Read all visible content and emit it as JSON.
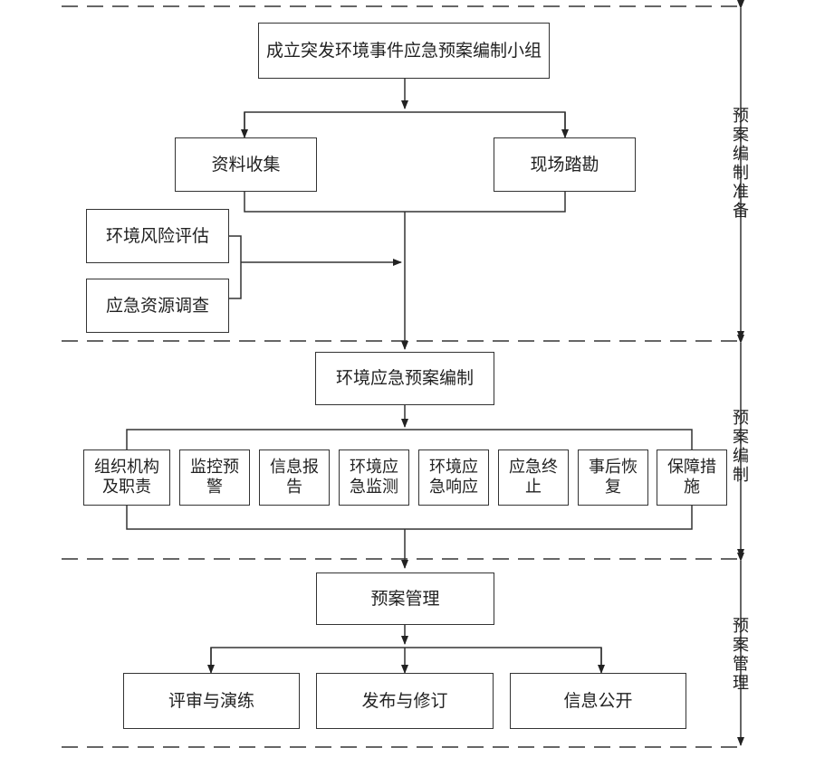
{
  "stage1": {
    "title_box": "成立突发环境事件应急预案编制小组",
    "collect": "资料收集",
    "survey": "现场踏勘",
    "risk": "环境风险评估",
    "resource": "应急资源调查",
    "side_label": "预案编制准备"
  },
  "stage2": {
    "main_box": "环境应急预案编制",
    "items": [
      {
        "line1": "组织机构",
        "line2": "及职责"
      },
      {
        "line1": "监控预",
        "line2": "警"
      },
      {
        "line1": "信息报",
        "line2": "告"
      },
      {
        "line1": "环境应",
        "line2": "急监测"
      },
      {
        "line1": "环境应",
        "line2": "急响应"
      },
      {
        "line1": "应急终",
        "line2": "止"
      },
      {
        "line1": "事后恢",
        "line2": "复"
      },
      {
        "line1": "保障措",
        "line2": "施"
      }
    ],
    "side_label": "预案编制"
  },
  "stage3": {
    "main_box": "预案管理",
    "items": [
      "评审与演练",
      "发布与修订",
      "信息公开"
    ],
    "side_label": "预案管理"
  }
}
